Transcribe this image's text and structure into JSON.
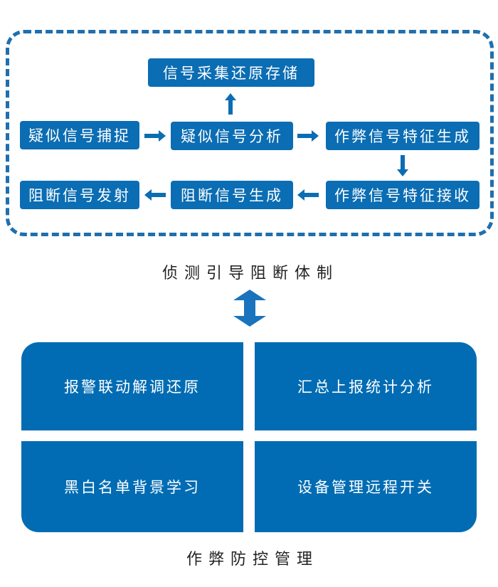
{
  "detection_system": {
    "title": "侦测引导阻断体制",
    "nodes": {
      "storage": "信号采集还原存储",
      "capture": "疑似信号捕捉",
      "analysis": "疑似信号分析",
      "feature_gen": "作弊信号特征生成",
      "feature_recv": "作弊信号特征接收",
      "block_gen": "阻断信号生成",
      "block_emit": "阻断信号发射"
    }
  },
  "prevention_management": {
    "title": "作弊防控管理",
    "panels": [
      "报警联动解调还原",
      "汇总上报统计分析",
      "黑白名单背景学习",
      "设备管理远程开关"
    ]
  },
  "colors": {
    "primary": "#0b6db3",
    "frame": "#1f6fae",
    "text": "#222222"
  }
}
